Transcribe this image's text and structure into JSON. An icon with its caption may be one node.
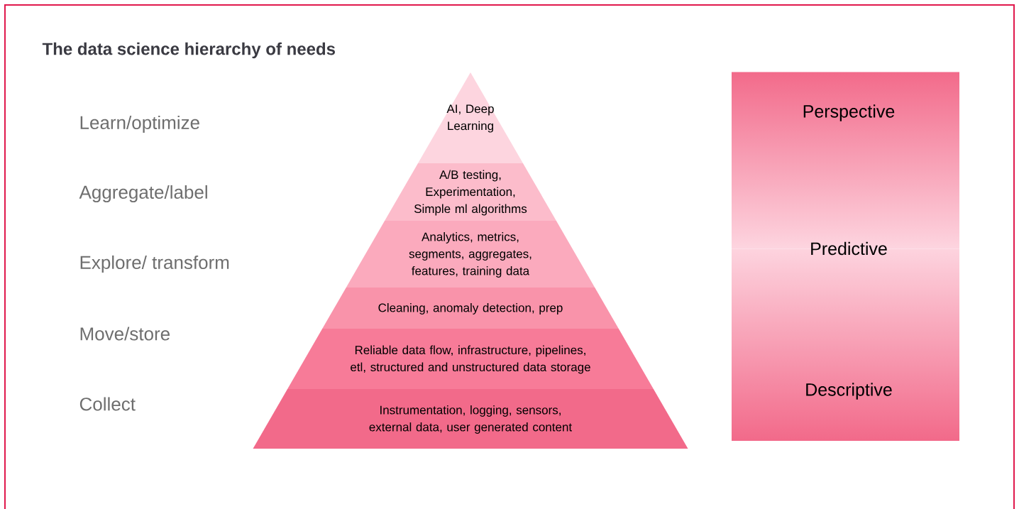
{
  "diagram": {
    "title": "The data science hierarchy of needs",
    "nodes": [
      {
        "text": [
          "AI, Deep Learning"
        ]
      },
      {
        "text": [
          "A/B testing, Experimentation, Simple ml algorithms"
        ]
      },
      {
        "text": [
          "Analytics, metrics, segments, aggregates, features, training data"
        ]
      },
      {
        "text": [
          "Cleaning, anomaly detection, prep"
        ]
      },
      {
        "text": [
          "Reliable data flow, infrastructure, pipelines, etl, structured and unstructured data storage"
        ]
      },
      {
        "text": [
          "Instrumentation, logging, sensors, external data, user generated content"
        ]
      },
      {
        "text": [
          "Perspective",
          "Predictive",
          "Descriptive"
        ]
      }
    ],
    "edges": [],
    "labels": [
      "Learn/optimize",
      "Aggregate/label",
      "Explore/ transform",
      "Move/store",
      "Collect"
    ]
  }
}
